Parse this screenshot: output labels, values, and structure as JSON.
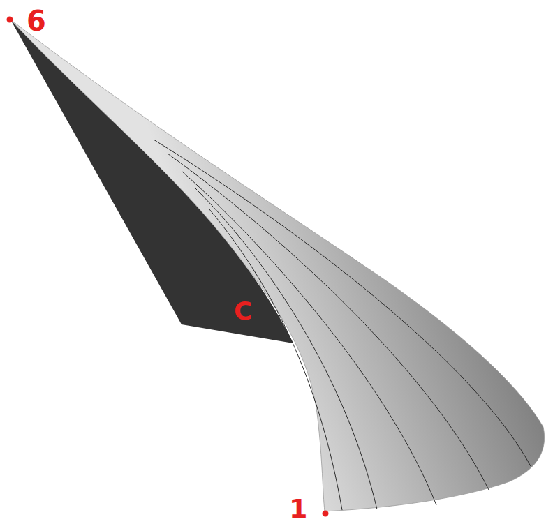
{
  "diagram": {
    "labels": [
      "6",
      "C",
      "1"
    ]
  }
}
